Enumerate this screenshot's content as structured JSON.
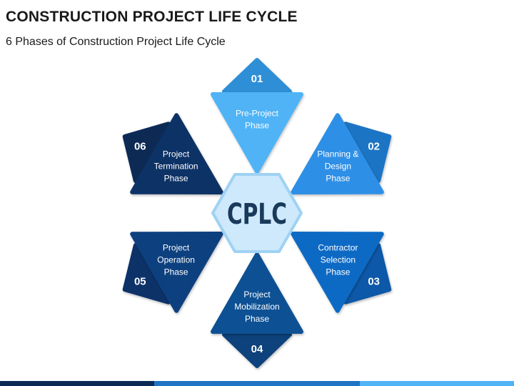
{
  "header": {
    "title": "CONSTRUCTION PROJECT LIFE CYCLE",
    "subtitle": "6 Phases of Construction Project Life Cycle"
  },
  "center": {
    "label": "CPLC",
    "fill": "#cde9fb",
    "stroke": "#9fd2f3",
    "text_color": "#1a3a5c"
  },
  "phases": [
    {
      "number": "01",
      "lines": [
        "Pre-Project",
        "Phase"
      ],
      "main_color": "#4fb3f6",
      "tab_color": "#2f8fd6"
    },
    {
      "number": "02",
      "lines": [
        "Planning &",
        "Design",
        "Phase"
      ],
      "main_color": "#2e8fe6",
      "tab_color": "#1f74c4"
    },
    {
      "number": "03",
      "lines": [
        "Contractor",
        "Selection",
        "Phase"
      ],
      "main_color": "#0f6ac4",
      "tab_color": "#0b58a8"
    },
    {
      "number": "04",
      "lines": [
        "Project",
        "Mobilization",
        "Phase"
      ],
      "main_color": "#0f5194",
      "tab_color": "#0c437c"
    },
    {
      "number": "05",
      "lines": [
        "Project",
        "Operation",
        "Phase"
      ],
      "main_color": "#113f7e",
      "tab_color": "#0d3267"
    },
    {
      "number": "06",
      "lines": [
        "Project",
        "Termination",
        "Phase"
      ],
      "main_color": "#0d3366",
      "tab_color": "#0a2a55"
    }
  ],
  "bottom_bar_colors": [
    "#0a2a55",
    "#1f74c4",
    "#4fb3f6"
  ]
}
